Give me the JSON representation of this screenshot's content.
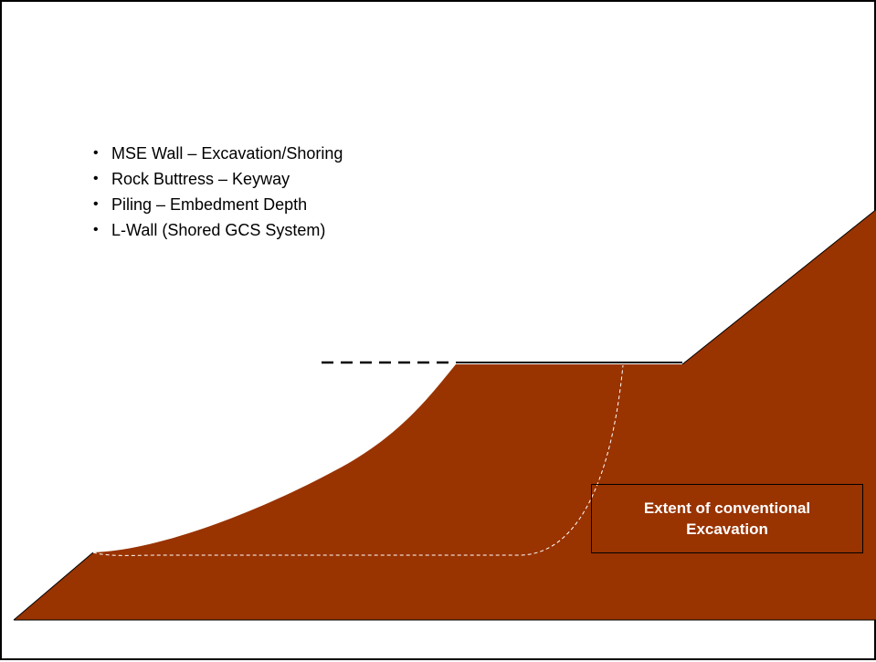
{
  "bullets": [
    "MSE Wall – Excavation/Shoring",
    "Rock Buttress – Keyway",
    "Piling – Embedment Depth",
    "L-Wall (Shored GCS System)"
  ],
  "extent_label": {
    "line1": "Extent of conventional",
    "line2": "Excavation"
  },
  "colors": {
    "soil": "#993300",
    "outline": "#000000",
    "excavation_line": "#ffffff",
    "label_text": "#ffffff"
  }
}
